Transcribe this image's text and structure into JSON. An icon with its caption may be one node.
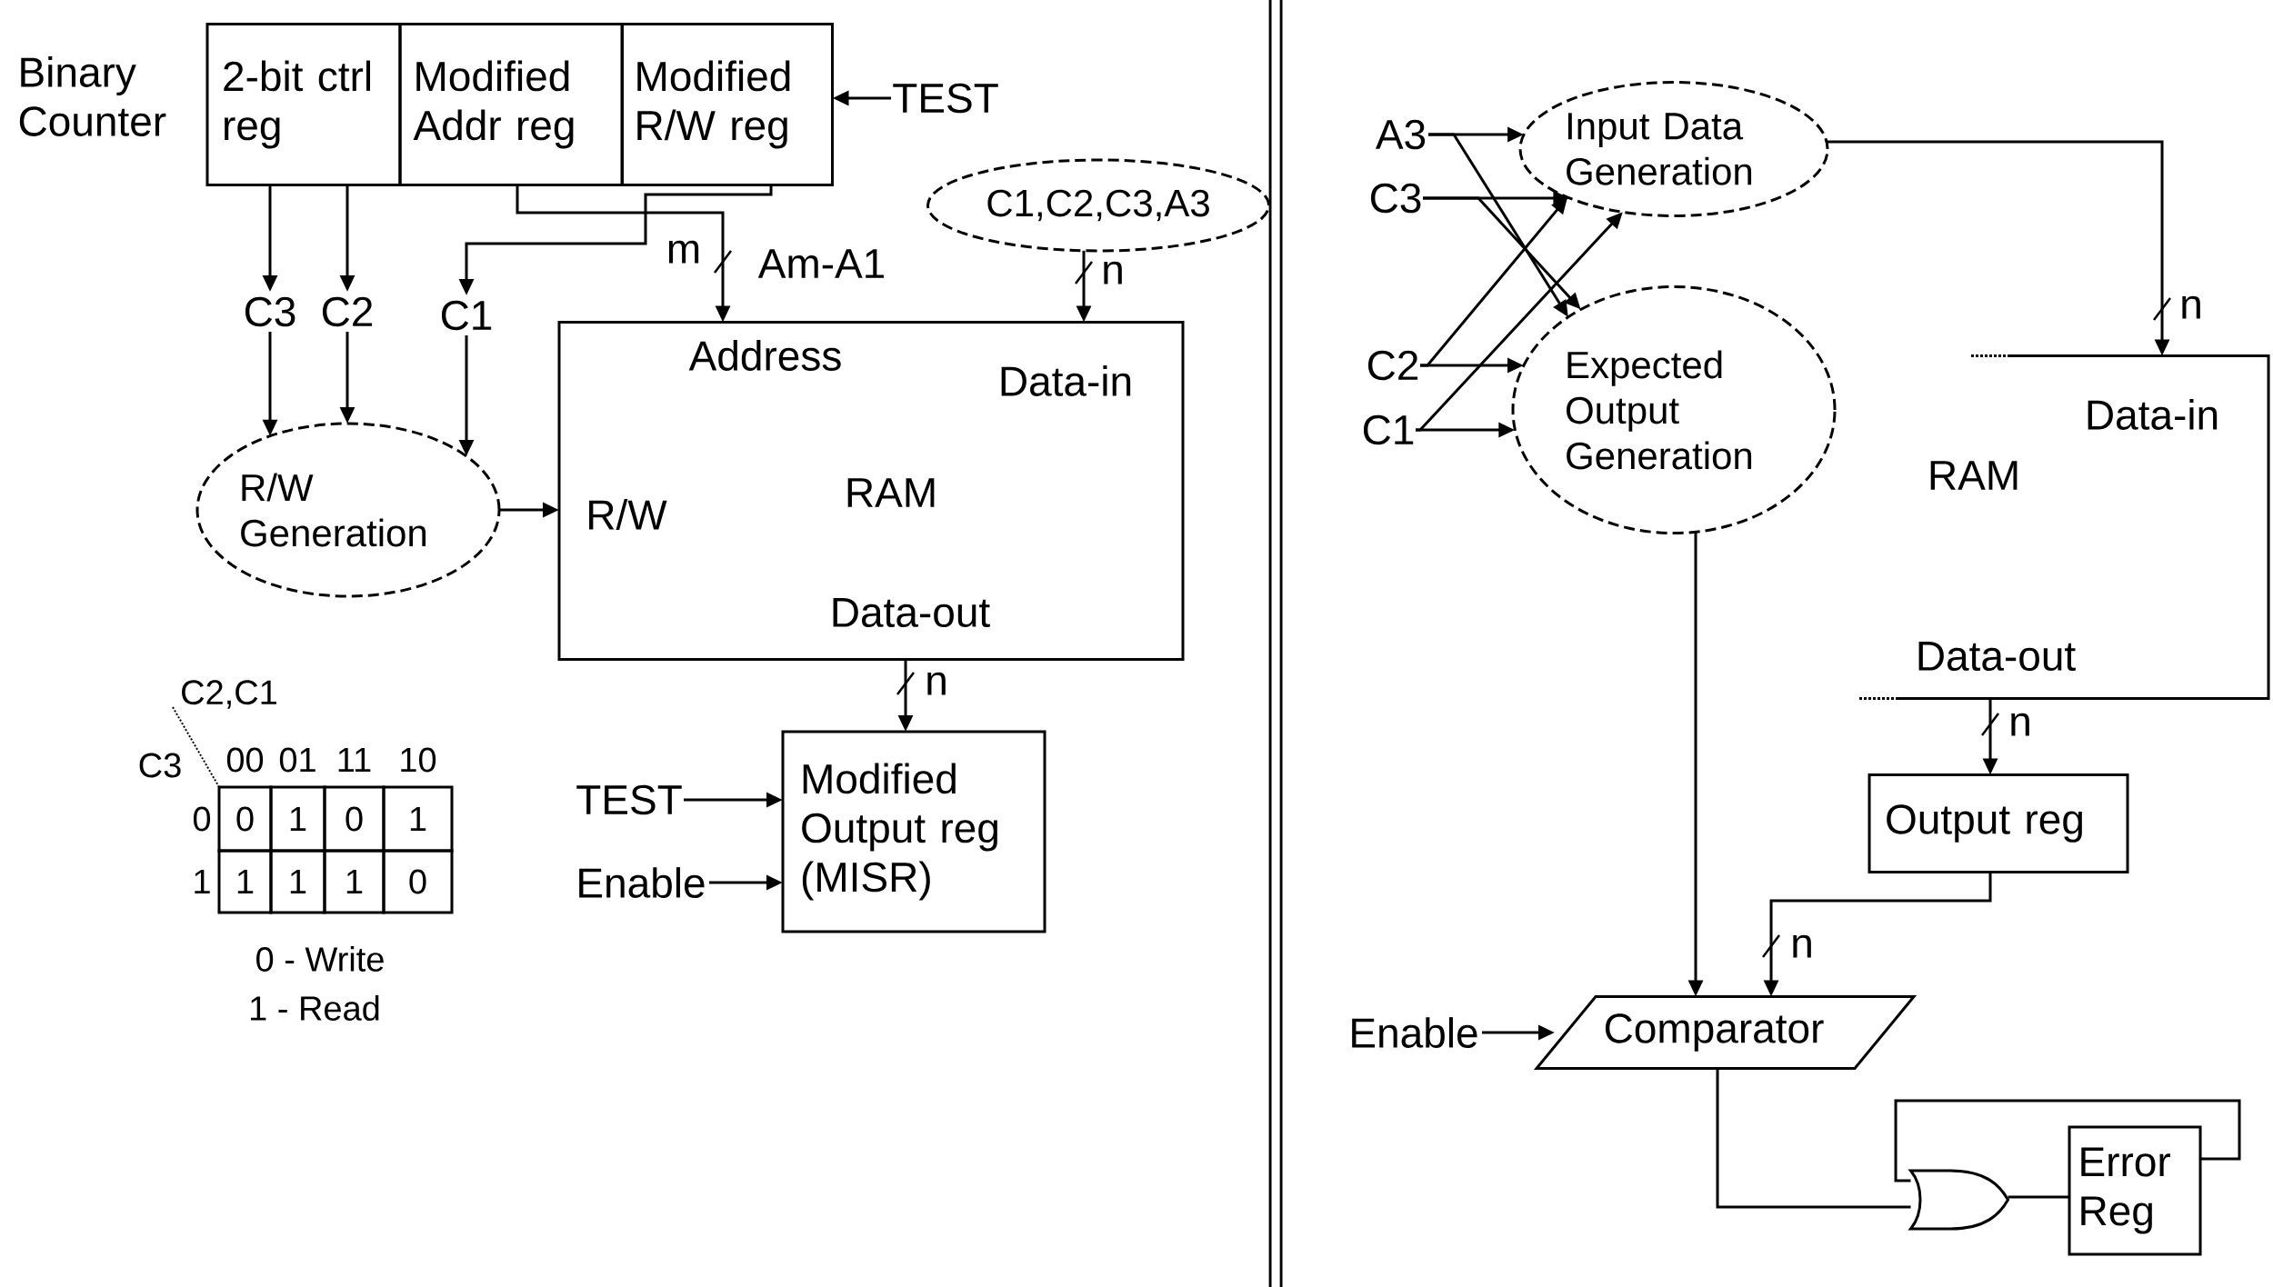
{
  "diagram": {
    "nodes": [
      {
        "text": [
          "2-bit ctrl reg"
        ],
        "beside": [
          "Binary Counter"
        ]
      },
      {
        "text": [
          "Modified Addr reg"
        ]
      },
      {
        "text": [
          "Modified R/W reg"
        ]
      },
      {
        "text": [
          "TEST"
        ]
      },
      {
        "text": [
          "C1,C2,C3,A3"
        ]
      },
      {
        "text": [
          "C3"
        ]
      },
      {
        "text": [
          "C2"
        ]
      },
      {
        "text": [
          "C1"
        ]
      },
      {
        "text": [
          "R/W Generation"
        ]
      },
      {
        "text": [
          "Address",
          "Data-in",
          "R/W",
          "RAM",
          "Data-out"
        ]
      },
      {
        "text": [
          "TEST"
        ]
      },
      {
        "text": [
          "Enable"
        ]
      },
      {
        "text": [
          "Modified Output reg (MISR)"
        ]
      },
      {
        "text": [
          "A3"
        ]
      },
      {
        "text": [
          "C3"
        ]
      },
      {
        "text": [
          "C2"
        ]
      },
      {
        "text": [
          "C1"
        ]
      },
      {
        "text": [
          "Input Data Generation"
        ]
      },
      {
        "text": [
          "Expected Output Generation"
        ]
      },
      {
        "text": [
          "Data-in",
          "RAM",
          "Data-out"
        ]
      },
      {
        "text": [
          "Output reg"
        ]
      },
      {
        "text": [
          "Enable"
        ]
      },
      {
        "text": [
          "Comparator"
        ]
      },
      {
        "text": [],
        "shape": "gate"
      },
      {
        "text": [
          "Error Reg"
        ]
      }
    ],
    "edges": [
      {
        "from": 3,
        "to": 2,
        "arrow": "to"
      },
      {
        "from": 0,
        "to": 5,
        "arrow": "to"
      },
      {
        "from": 0,
        "to": 6,
        "arrow": "to"
      },
      {
        "from": 1,
        "to": 9,
        "arrow": "to",
        "label": "m"
      },
      {
        "from": 2,
        "to": 7,
        "arrow": "to"
      },
      {
        "from": 4,
        "to": 9,
        "arrow": "to",
        "label": "n"
      },
      {
        "from": 5,
        "to": 8,
        "arrow": "to"
      },
      {
        "from": 6,
        "to": 8,
        "arrow": "to"
      },
      {
        "from": 7,
        "to": 8,
        "arrow": "to"
      },
      {
        "from": 8,
        "to": 9,
        "arrow": "to"
      },
      {
        "from": 9,
        "to": 12,
        "arrow": "to",
        "label": "n"
      },
      {
        "from": 10,
        "to": 12,
        "arrow": "to"
      },
      {
        "from": 11,
        "to": 12,
        "arrow": "to"
      },
      {
        "from": 13,
        "to": 17,
        "arrow": "to"
      },
      {
        "from": 13,
        "to": 18,
        "arrow": "to"
      },
      {
        "from": 14,
        "to": 17,
        "arrow": "to"
      },
      {
        "from": 14,
        "to": 18,
        "arrow": "to"
      },
      {
        "from": 15,
        "to": 18,
        "arrow": "to"
      },
      {
        "from": 15,
        "to": 17,
        "arrow": "to"
      },
      {
        "from": 16,
        "to": 18,
        "arrow": "to"
      },
      {
        "from": 16,
        "to": 17,
        "arrow": "to"
      },
      {
        "from": 17,
        "to": 19,
        "arrow": "to",
        "label": "n"
      },
      {
        "from": 19,
        "to": 20,
        "arrow": "to",
        "label": "n"
      },
      {
        "from": 20,
        "to": 22,
        "arrow": "to",
        "label": "n"
      },
      {
        "from": 18,
        "to": 22,
        "arrow": "to"
      },
      {
        "from": 21,
        "to": 22,
        "arrow": "to"
      },
      {
        "from": 22,
        "to": 23,
        "arrow": "none"
      },
      {
        "from": 23,
        "to": 24,
        "arrow": "none"
      },
      {
        "from": 24,
        "to": 23,
        "arrow": "none"
      }
    ],
    "labels": [
      "Am-A1",
      "C2,C1",
      "C3",
      "00",
      "01",
      "11",
      "10",
      "0",
      "0",
      "1",
      "0",
      "1",
      "1",
      "1",
      "1",
      "1",
      "0",
      "0 - Write",
      "1 - Read"
    ]
  }
}
